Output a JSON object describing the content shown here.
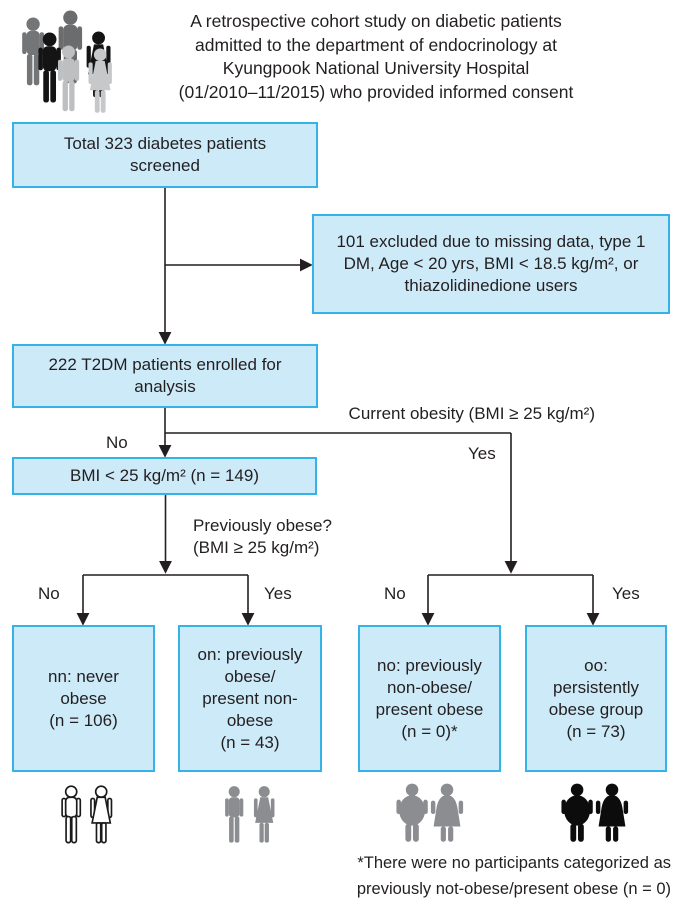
{
  "colors": {
    "line": "#231f20",
    "box-fill": "#cdeaf8",
    "box-border": "#35b2e8",
    "text": "#231f20"
  },
  "header": {
    "icon": "people-group-icon",
    "title": "A retrospective cohort study on diabetic patients\nadmitted to the department of endocrinology at\nKyungpook National University Hospital\n(01/2010–11/2015) who provided informed consent"
  },
  "flow": {
    "screened": "Total 323 diabetes patients\nscreened",
    "excluded": "101 excluded due to missing data, type 1\nDM, Age < 20 yrs, BMI < 18.5 kg/m², or\nthiazolidinedione users",
    "enrolled": "222 T2DM patients enrolled for\nanalysis",
    "non_obese_now": "BMI < 25 kg/m² (n = 149)"
  },
  "labels": {
    "current_obesity": "Current obesity (BMI ≥ 25 kg/m²)",
    "previously_obese": "Previously obese?\n(BMI ≥ 25 kg/m²)",
    "no": "No",
    "yes": "Yes"
  },
  "groups": [
    {
      "text": "nn: never\nobese\n(n = 106)",
      "icon": "couple-outline-slim-icon"
    },
    {
      "text": "on: previously\nobese/\npresent non-\nobese\n(n = 43)",
      "icon": "couple-gray-slim-icon"
    },
    {
      "text": "no: previously\nnon-obese/\npresent obese\n(n = 0)*",
      "icon": "couple-gray-obese-icon"
    },
    {
      "text": "oo:\npersistently\nobese group\n(n = 73)",
      "icon": "couple-black-obese-icon"
    }
  ],
  "footnote": "*There were no participants categorized as\npreviously not-obese/present obese (n = 0)"
}
